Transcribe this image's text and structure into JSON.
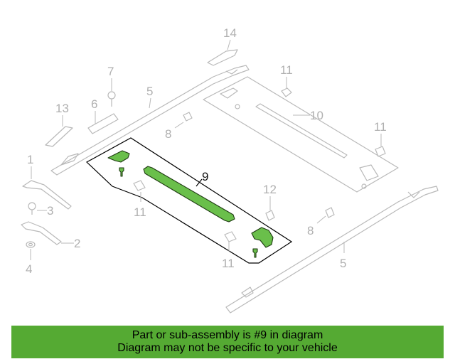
{
  "callouts": {
    "c1": "1",
    "c2": "2",
    "c3": "3",
    "c4": "4",
    "c5a": "5",
    "c5b": "5",
    "c6": "6",
    "c7": "7",
    "c8a": "8",
    "c8b": "8",
    "c9": "9",
    "c10": "10",
    "c11a": "11",
    "c11b": "11",
    "c11c": "11",
    "c11d": "11",
    "c12": "12",
    "c13": "13",
    "c14": "14"
  },
  "banner": {
    "line1": "Part or sub-assembly is #9 in diagram",
    "line2": "Diagram may not be specific to your vehicle"
  },
  "colors": {
    "highlight": "#6abf4b",
    "banner_bg": "#55aa33",
    "line_gray": "#b9b9b9"
  }
}
